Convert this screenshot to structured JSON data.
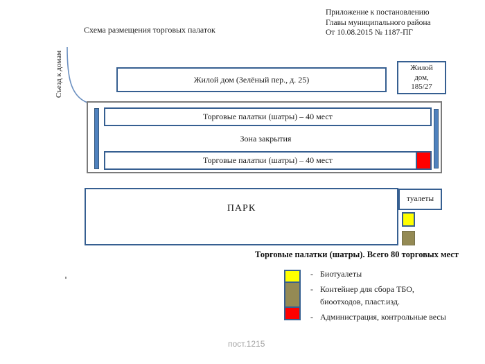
{
  "page": {
    "title": "Схема размещения торговых палаток",
    "annotation_lines": [
      "Приложение  к постановлению",
      "Главы муниципального  района",
      "От 10.08.2015 № 1187-ПГ"
    ],
    "footer": "пост.1215"
  },
  "road": {
    "label": "Съезд к домам"
  },
  "buildings": {
    "house_main_label": "Жилой дом (Зелёный пер., д. 25)",
    "house_side_lines": [
      "Жилой",
      "дом,",
      "185/27"
    ]
  },
  "market_zone": {
    "tents_top_label": "Торговые палатки (шатры) – 40 мест",
    "closure_label": "Зона закрытия",
    "tents_bottom_label": "Торговые палатки (шатры) – 40 мест"
  },
  "park": {
    "label": "ПАРК",
    "toilets_label": "туалеты"
  },
  "legend": {
    "title": "Торговые палатки (шатры).  Всего 80 торговых мест",
    "items": [
      {
        "dash": "-",
        "color": "#ffff00",
        "label": "Биотуалеты"
      },
      {
        "dash": "-",
        "color": "#948a54",
        "label_line1": "Контейнер для сбора ТБО,",
        "label_line2": "биоотходов, пласт.изд."
      },
      {
        "dash": "-",
        "color": "#ff0000",
        "label": "Администрация, контрольные весы"
      }
    ]
  },
  "colors": {
    "border_blue": "#365f91",
    "bar_blue": "#4f81bd",
    "outer_box_gray": "#7a7a7a",
    "curve_blue": "#6a8fc0",
    "red": "#ff0000",
    "yellow": "#ffff00",
    "khaki": "#948a54",
    "footer_gray": "#a3a3a3"
  }
}
